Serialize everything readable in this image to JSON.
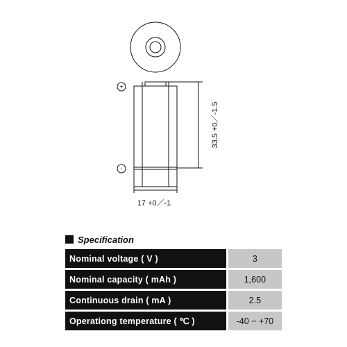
{
  "diagram": {
    "polarity_positive": "+",
    "polarity_negative": "-",
    "height_dimension": "33.5 +0／-1.5",
    "diameter_dimension": "17 +0／-1"
  },
  "specification": {
    "title": "Specification",
    "rows": [
      {
        "label": "Nominal voltage ( V )",
        "value": "3"
      },
      {
        "label": "Nominal capacity ( mAh )",
        "value": "1,600"
      },
      {
        "label": "Continuous drain ( mA )",
        "value": "2.5"
      },
      {
        "label": "Operationg temperature ( ℃ )",
        "value": "-40 ~ +70"
      }
    ]
  }
}
